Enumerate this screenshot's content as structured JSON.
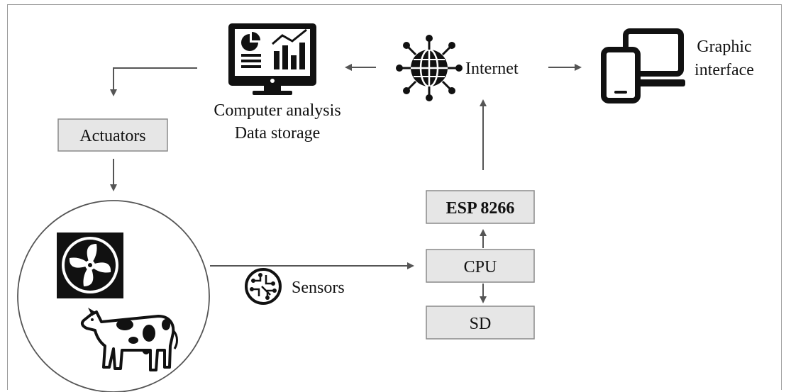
{
  "nodes": {
    "computer_line1": "Computer analysis",
    "computer_line2": "Data storage",
    "internet": "Internet",
    "graphic_line1": "Graphic",
    "graphic_line2": "interface",
    "actuators": "Actuators",
    "esp": "ESP 8266",
    "cpu": "CPU",
    "sd": "SD",
    "sensors": "Sensors"
  },
  "colors": {
    "box_fill": "#e6e6e6",
    "box_stroke": "#8a8a8a",
    "arrow": "#555555",
    "icon": "#111111"
  },
  "icons": [
    "monitor-analytics-icon",
    "globe-network-icon",
    "devices-icon",
    "fan-icon",
    "cow-icon",
    "circuit-chip-icon"
  ]
}
